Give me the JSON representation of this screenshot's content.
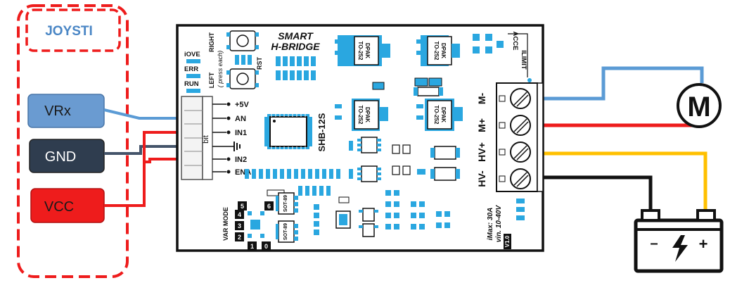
{
  "joystick": {
    "title": "JOYSTI",
    "pins": [
      {
        "label": "VRx",
        "color": "#6a9bd1"
      },
      {
        "label": "GND",
        "color": "#2f3d4f"
      },
      {
        "label": "VCC",
        "color": "#ee1c1c"
      }
    ]
  },
  "board": {
    "title_line1": "SMART",
    "title_line2": "H-BRIDGE",
    "model": "SHB-12S",
    "button_right": "RIGHT",
    "button_left": "LEFT",
    "press_note": "( press each)",
    "rst": "RST",
    "leds": [
      "iOVE",
      "ERR",
      "RUN"
    ],
    "input_pins": [
      "+5V",
      "AN",
      "IN1",
      "",
      "IN2",
      "ENA"
    ],
    "bit_label": "bit",
    "mosfet_line1": "DPAK",
    "mosfet_line2": "TO-252",
    "sot_label": "SOT-89",
    "var_mode": "VAR MODE",
    "mode_numbers": [
      "5",
      "6",
      "4",
      "3",
      "2",
      "1",
      "0"
    ],
    "pot_labels": [
      "ACCE",
      "ILIMIT"
    ],
    "terminals": [
      "M-",
      "M+",
      "HV+",
      "HV-"
    ],
    "spec_line1": "iMax: 30A",
    "spec_line2": "vin. 10-40V",
    "version": "V1.0"
  },
  "motor": {
    "symbol": "M"
  },
  "battery": {
    "minus": "–",
    "plus": "+"
  },
  "colors": {
    "wire_blue": "#5b9bd5",
    "wire_red": "#ee1c1c",
    "wire_dark": "#44546a",
    "wire_yellow": "#ffc000",
    "wire_black": "#111111",
    "pcb_blue": "#2aa7e0",
    "joystick_border": "#ee1c1c"
  }
}
